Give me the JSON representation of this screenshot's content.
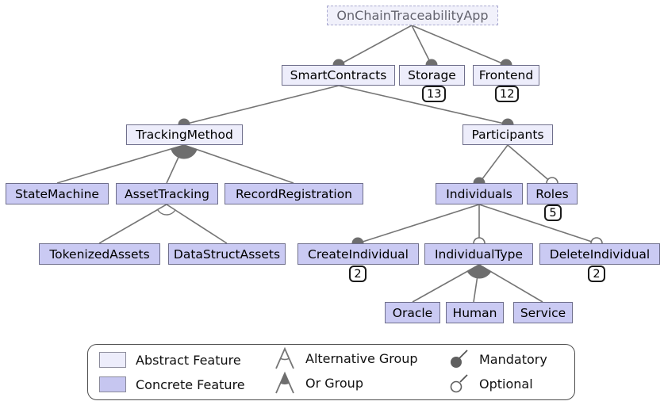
{
  "diagram": {
    "nodes": [
      {
        "id": "root",
        "label": "OnChainTraceabilityApp",
        "type": "abstract",
        "root": true
      },
      {
        "id": "smartcontracts",
        "label": "SmartContracts",
        "type": "abstract",
        "relation": "mandatory"
      },
      {
        "id": "storage",
        "label": "Storage",
        "type": "abstract",
        "relation": "mandatory",
        "badge": "13"
      },
      {
        "id": "frontend",
        "label": "Frontend",
        "type": "abstract",
        "relation": "mandatory",
        "badge": "12"
      },
      {
        "id": "trackingmethod",
        "label": "TrackingMethod",
        "type": "abstract",
        "relation": "mandatory"
      },
      {
        "id": "participants",
        "label": "Participants",
        "type": "abstract",
        "relation": "mandatory"
      },
      {
        "id": "statemachine",
        "label": "StateMachine",
        "type": "concrete",
        "relation": "or-child"
      },
      {
        "id": "assettracking",
        "label": "AssetTracking",
        "type": "concrete",
        "relation": "or-child"
      },
      {
        "id": "recordregistration",
        "label": "RecordRegistration",
        "type": "concrete",
        "relation": "or-child"
      },
      {
        "id": "individuals",
        "label": "Individuals",
        "type": "concrete",
        "relation": "mandatory"
      },
      {
        "id": "roles",
        "label": "Roles",
        "type": "concrete",
        "relation": "optional",
        "badge": "5"
      },
      {
        "id": "tokenizedassets",
        "label": "TokenizedAssets",
        "type": "concrete",
        "relation": "alternative-child"
      },
      {
        "id": "datastructassets",
        "label": "DataStructAssets",
        "type": "concrete",
        "relation": "alternative-child"
      },
      {
        "id": "createindividual",
        "label": "CreateIndividual",
        "type": "concrete",
        "relation": "mandatory",
        "badge": "2"
      },
      {
        "id": "individualtype",
        "label": "IndividualType",
        "type": "concrete",
        "relation": "optional"
      },
      {
        "id": "deleteindividual",
        "label": "DeleteIndividual",
        "type": "concrete",
        "relation": "optional",
        "badge": "2"
      },
      {
        "id": "oracle",
        "label": "Oracle",
        "type": "concrete",
        "relation": "or-child"
      },
      {
        "id": "human",
        "label": "Human",
        "type": "concrete",
        "relation": "or-child"
      },
      {
        "id": "service",
        "label": "Service",
        "type": "concrete",
        "relation": "or-child"
      }
    ],
    "groups": [
      {
        "parent": "TrackingMethod",
        "type": "or",
        "children": [
          "StateMachine",
          "AssetTracking",
          "RecordRegistration"
        ]
      },
      {
        "parent": "AssetTracking",
        "type": "alternative",
        "children": [
          "TokenizedAssets",
          "DataStructAssets"
        ]
      },
      {
        "parent": "IndividualType",
        "type": "or",
        "children": [
          "Oracle",
          "Human",
          "Service"
        ]
      }
    ],
    "colors": {
      "abstract_fill": "#EDEDFB",
      "concrete_fill": "#CACAF3",
      "box_border": "#6F6F8C",
      "edge": "#757575",
      "group_symbol": "#6E6E6E"
    }
  },
  "legend": {
    "items": [
      {
        "label": "Abstract Feature"
      },
      {
        "label": "Concrete Feature"
      },
      {
        "label": "Alternative Group"
      },
      {
        "label": "Or Group"
      },
      {
        "label": "Mandatory"
      },
      {
        "label": "Optional"
      }
    ]
  }
}
